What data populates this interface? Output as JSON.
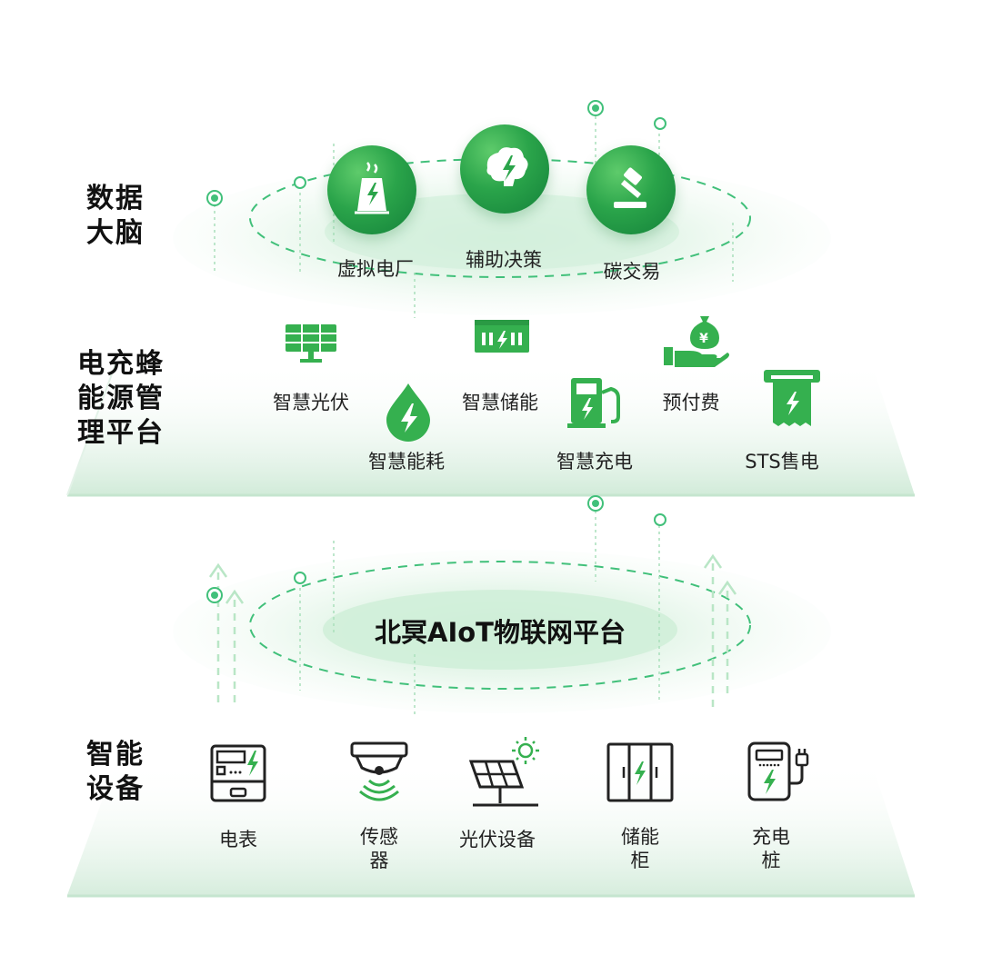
{
  "layers": {
    "brain": {
      "title": [
        "数据",
        "大脑"
      ],
      "items": [
        "虚拟电厂",
        "辅助决策",
        "碳交易"
      ]
    },
    "platform": {
      "title": [
        "电充蜂",
        "能源管",
        "理平台"
      ],
      "items": [
        "智慧光伏",
        "智慧能耗",
        "智慧储能",
        "智慧充电",
        "预付费",
        "STS售电"
      ]
    },
    "iot": {
      "label": "北冥AIoT物联网平台"
    },
    "devices": {
      "title": [
        "智能",
        "设备"
      ],
      "items": [
        "电表",
        "传感\n器",
        "光伏设备",
        "储能\n柜",
        "充电\n桩"
      ]
    }
  },
  "colors": {
    "primary_green": "#2aa44a",
    "light_green": "#8fd9a9",
    "dash_green": "#41c07a"
  },
  "icons": {
    "brain": [
      "power-plant-icon",
      "brain-bolt-icon",
      "gavel-icon"
    ],
    "platform": [
      "solar-panel-icon",
      "energy-drop-icon",
      "battery-storage-icon",
      "charging-pump-icon",
      "money-hand-icon",
      "sts-receipt-icon"
    ],
    "devices": [
      "electric-meter-icon",
      "sensor-icon",
      "solar-device-icon",
      "storage-cabinet-icon",
      "charging-pile-icon"
    ]
  }
}
